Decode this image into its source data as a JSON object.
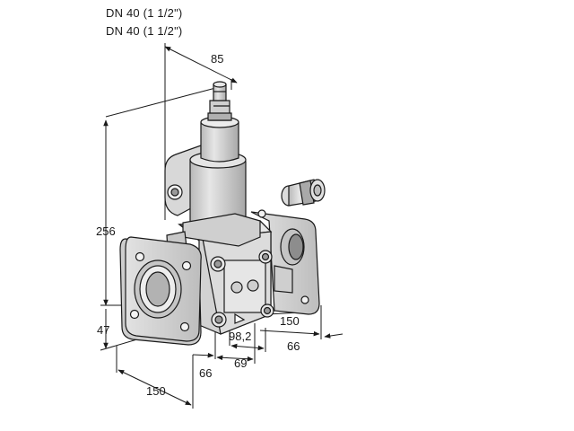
{
  "headings": [
    "DN 40 (1 1/2\")",
    "DN 40 (1 1/2\")"
  ],
  "dimensions": {
    "top_width": "85",
    "height_total": "256",
    "height_lower": "47",
    "flange_diag": "150",
    "bottom_150": "150",
    "bottom_66": "66",
    "bottom_69": "69",
    "center_98": "98,2",
    "right_66": "66"
  },
  "colors": {
    "line": "#1a1a1a",
    "body": "#d4d4d4",
    "dark": "#9a9a9a",
    "light": "#ececec"
  }
}
